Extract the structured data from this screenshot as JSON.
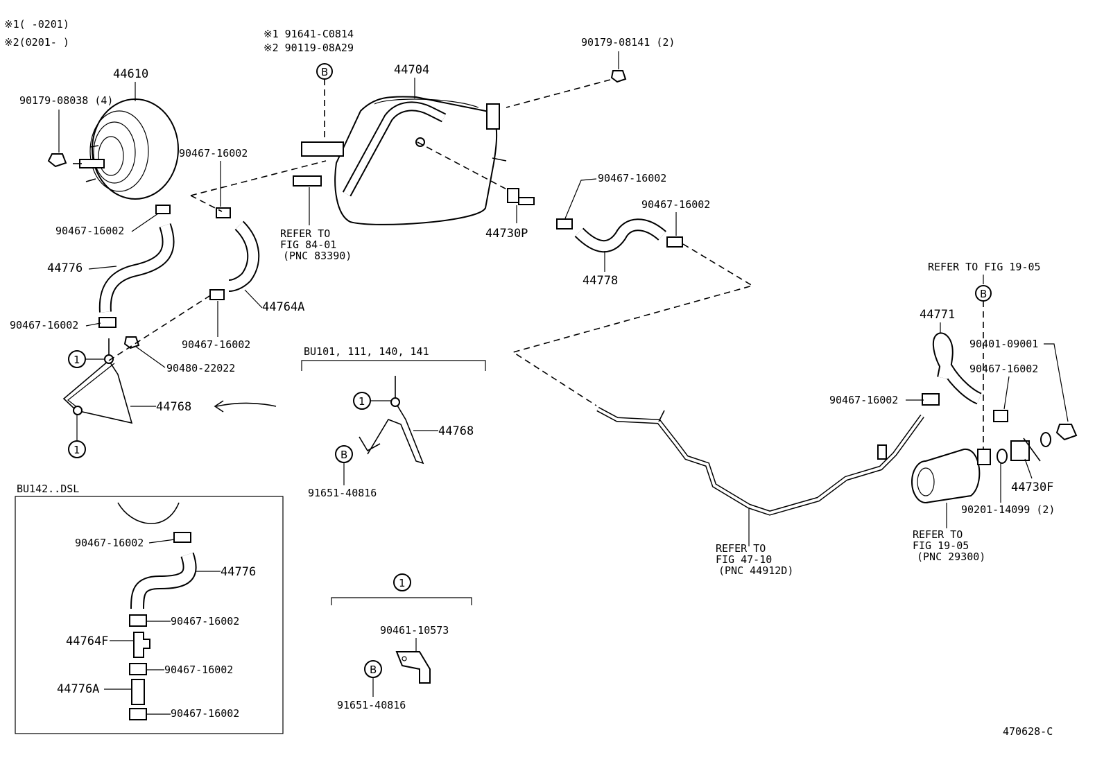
{
  "notes": {
    "note1": "※1(    -0201)",
    "note2": "※2(0201-    )"
  },
  "labels": {
    "booster": "44610",
    "booster_nut": "90179-08038 (4)",
    "booster_clamp": "90467-16002",
    "hose_44776": "44776",
    "clamp_lower_left": "90467-16002",
    "clamp_top_mid": "90467-16002",
    "hose_44764A": "44764A",
    "clamp_mid": "90467-16002",
    "nut_90480": "90480-22022",
    "pipe_44768": "44768",
    "bolt_alt1": "※1 91641-C0814",
    "bolt_alt2": "※2 90119-08A29",
    "tank": "44704",
    "refer_84": "REFER TO",
    "refer_84_fig": "FIG 84-01",
    "refer_84_pnc": "(PNC 83390)",
    "nut_90179_08141": "90179-08141 (2)",
    "check_valve": "44730P",
    "clamp_44778_a": "90467-16002",
    "clamp_44778_b": "90467-16002",
    "hose_44778": "44778",
    "refer_19_top": "REFER TO FIG 19-05",
    "hose_44771": "44771",
    "bolt_90401": "90401-09001",
    "clamp_right_a": "90467-16002",
    "clamp_right_b": "90467-16002",
    "union_44730F": "44730F",
    "gasket_90201": "90201-14099 (2)",
    "refer_19_b": "REFER TO",
    "refer_19_fig": "FIG 19-05",
    "refer_19_pnc": "(PNC 29300)",
    "refer_47": "REFER TO",
    "refer_47_fig": "FIG 47-10",
    "refer_47_pnc": "(PNC 44912D)",
    "bu_models": "BU101, 111, 140, 141",
    "bu_pipe": "44768",
    "bu_bolt": "91651-40816",
    "dsl_title": "BU142..DSL",
    "dsl_clamp_top": "90467-16002",
    "dsl_hose": "44776",
    "dsl_clamp_1": "90467-16002",
    "dsl_tee": "44764F",
    "dsl_clamp_2": "90467-16002",
    "dsl_hose_a": "44776A",
    "dsl_clamp_3": "90467-16002",
    "clip": "90461-10573",
    "clip_bolt": "91651-40816",
    "illustration_no": "470628-C"
  },
  "callouts": {
    "one": "1",
    "b": "B"
  }
}
